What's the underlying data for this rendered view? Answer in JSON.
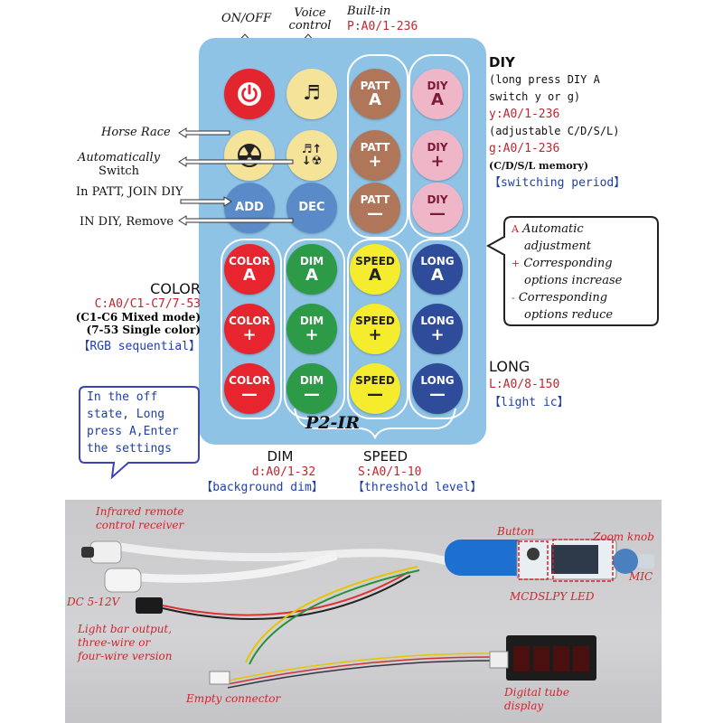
{
  "top_labels": {
    "onoff": "ON/OFF",
    "voice_l1": "Voice",
    "voice_l2": "control",
    "builtin_l1": "Built-in",
    "builtin_l2": "P:A0/1-236"
  },
  "buttons": {
    "power_icon": "power-icon",
    "music_icon": "music-note-icon",
    "race_icon": "radiation-icon",
    "auto_icon": "music-switch-icon",
    "add": "ADD",
    "dec": "DEC",
    "patt_a": [
      "PATT",
      "A"
    ],
    "patt_plus": [
      "PATT",
      "+"
    ],
    "patt_minus": [
      "PATT",
      "—"
    ],
    "diy_a": [
      "DIY",
      "A"
    ],
    "diy_plus": [
      "DIY",
      "+"
    ],
    "diy_minus": [
      "DIY",
      "—"
    ],
    "color_a": [
      "COLOR",
      "A"
    ],
    "color_plus": [
      "COLOR",
      "+"
    ],
    "color_minus": [
      "COLOR",
      "—"
    ],
    "dim_a": [
      "DIM",
      "A"
    ],
    "dim_plus": [
      "DIM",
      "+"
    ],
    "dim_minus": [
      "DIM",
      "—"
    ],
    "speed_a": [
      "SPEED",
      "A"
    ],
    "speed_plus": [
      "SPEED",
      "+"
    ],
    "speed_minus": [
      "SPEED",
      "—"
    ],
    "long_a": [
      "LONG",
      "A"
    ],
    "long_plus": [
      "LONG",
      "+"
    ],
    "long_minus": [
      "LONG",
      "—"
    ],
    "model": "P2-IR"
  },
  "left_labels": {
    "horse_race": "Horse Race",
    "auto_l1": "Automatically",
    "auto_l2": "Switch",
    "in_patt": "In PATT, JOIN DIY",
    "in_diy": "IN DIY, Remove"
  },
  "color_section": {
    "title": "COLOR",
    "line1": "C:A0/C1-C7/7-53",
    "line2": "(C1-C6 Mixed mode)",
    "line3": "(7-53 Single color)",
    "line4": "【RGB sequential】"
  },
  "off_state_note": [
    "In the off",
    "state, Long",
    "press A,Enter",
    "the settings"
  ],
  "diy_section": {
    "title": "DIY",
    "line1": "(long press DIY A",
    "line2": "switch y or g)",
    "line3": "y:A0/1-236",
    "line4": "(adjustable C/D/S/L)",
    "line5": "g:A0/1-236",
    "line6": "(C/D/S/L memory)",
    "line7": "【switching period】"
  },
  "legend": {
    "a_sym": "A",
    "a_text_l1": "Automatic",
    "a_text_l2": "adjustment",
    "plus_sym": "+",
    "plus_text_l1": "Corresponding",
    "plus_text_l2": "options increase",
    "minus_sym": "-",
    "minus_text_l1": "Corresponding",
    "minus_text_l2": "options reduce"
  },
  "long_section": {
    "title": "LONG",
    "line1": "L:A0/8-150",
    "line2": "【light ic】"
  },
  "dim_section": {
    "title": "DIM",
    "line1": "d:A0/1-32",
    "line2": "【background dim】"
  },
  "speed_section": {
    "title": "SPEED",
    "line1": "S:A0/1-10",
    "line2": "【threshold level】"
  },
  "photo_labels": {
    "ir_l1": "Infrared remote",
    "ir_l2": "control receiver",
    "button": "Button",
    "zoom": "Zoom knob",
    "mic": "MIC",
    "mcd": "MCDSLPY LED",
    "dc": "DC 5-12V",
    "lb_l1": "Light bar output,",
    "lb_l2": "three-wire or",
    "lb_l3": "four-wire version",
    "empty": "Empty connector",
    "digital_l1": "Digital tube",
    "digital_l2": "display"
  },
  "colors": {
    "remote_body": "#8ec3e6",
    "label_red": "#c0262d",
    "label_blue": "#1f3fa8",
    "photo_red": "#d4232d"
  }
}
